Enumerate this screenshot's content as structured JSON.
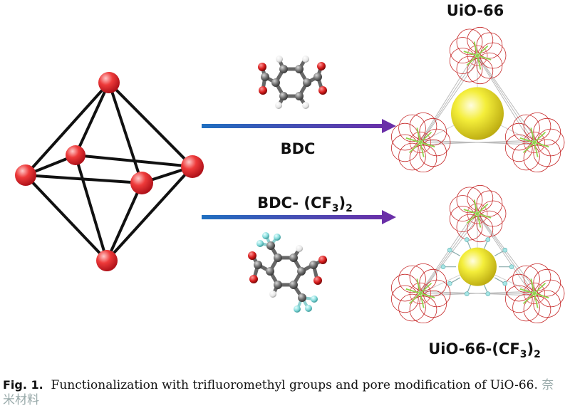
{
  "labels": {
    "top_product": "UiO-66",
    "bottom_product_main": "UiO-66-(CF",
    "bottom_product_sub": "3",
    "bottom_product_end": ")",
    "bottom_product_sub2": "2",
    "linker_top": "BDC",
    "linker_bottom_main": "BDC- (CF",
    "linker_bottom_sub": "3",
    "linker_bottom_end": ")",
    "linker_bottom_sub2": "2"
  },
  "caption": {
    "fig_label": "Fig. 1.",
    "text": "Functionalization with trifluoromethyl groups and pore modification of UiO-66.",
    "watermark": "奈米材料"
  },
  "colors": {
    "node": "#e8262b",
    "edge": "#111111",
    "arrow_start": "#1f6fc0",
    "arrow_end": "#6a2fa8",
    "pore": "#f4ee3a",
    "carbon": "#707070",
    "oxygen": "#d81d1d",
    "hydrogen": "#f2f2f2",
    "fluorine": "#8ee0e0"
  }
}
